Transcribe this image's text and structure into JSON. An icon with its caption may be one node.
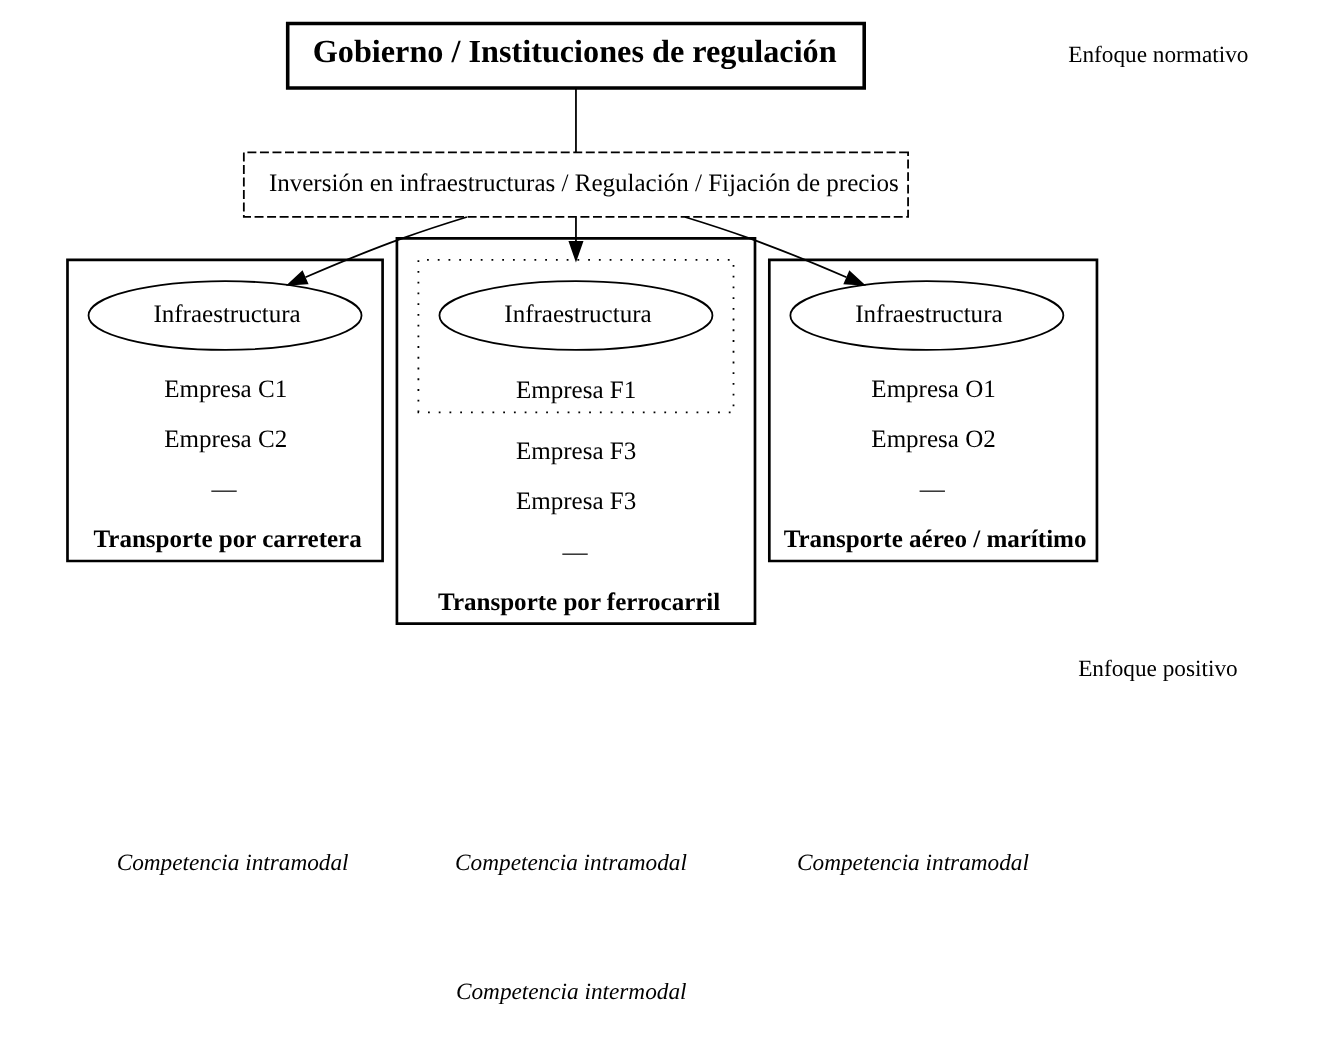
{
  "diagram": {
    "nodes": [
      {
        "text": [
          "Gobierno / Instituciones de regulación"
        ]
      },
      {
        "text": [
          "Inversión en infraestructuras / Regulación / Fijación de precios"
        ]
      },
      {
        "text": [
          "Empresa C1",
          "Empresa C2",
          "—",
          "Transporte por carretera"
        ]
      },
      {
        "text": [
          "Infraestructura"
        ],
        "in": 2
      },
      {
        "text": [
          "Empresa F3",
          "Empresa F3",
          "—",
          "Transporte por ferrocarril"
        ]
      },
      {
        "text": [
          "Empresa F1"
        ],
        "in": 4
      },
      {
        "text": [
          "Infraestructura"
        ],
        "in": 5
      },
      {
        "text": [
          "Empresa O1",
          "Empresa O2",
          "—",
          "Transporte aéreo / marítimo"
        ]
      },
      {
        "text": [
          "Infraestructura"
        ],
        "in": 7
      }
    ],
    "edges": [
      {
        "from": 0,
        "to": 1,
        "arrow": "none"
      },
      {
        "from": 1,
        "to": 3,
        "arrow": "to"
      },
      {
        "from": 1,
        "to": 5,
        "arrow": "to"
      },
      {
        "from": 1,
        "to": 8,
        "arrow": "to"
      }
    ],
    "labels": [
      "Enfoque normativo",
      "Enfoque positivo",
      "Competencia intramodal",
      "Competencia intramodal",
      "Competencia intramodal",
      "Competencia intermodal"
    ]
  }
}
